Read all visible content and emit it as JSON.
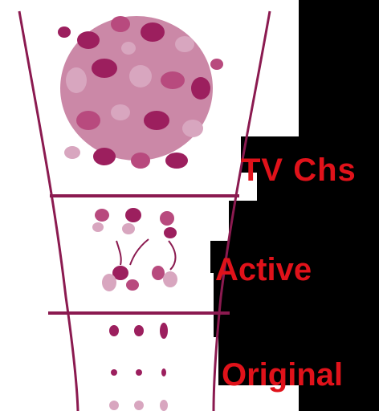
{
  "stages": {
    "top": {
      "label": "TV Chs"
    },
    "middle": {
      "label": "Active"
    },
    "bottom": {
      "label": "Original"
    }
  },
  "colors": {
    "background": "#000000",
    "panel": "#ffffff",
    "funnel": "#8b1a50",
    "label": "#e0121a",
    "dot_dark": "#9c1f5e",
    "dot_mid": "#b84a7e",
    "dot_light": "#d8a6bf"
  }
}
